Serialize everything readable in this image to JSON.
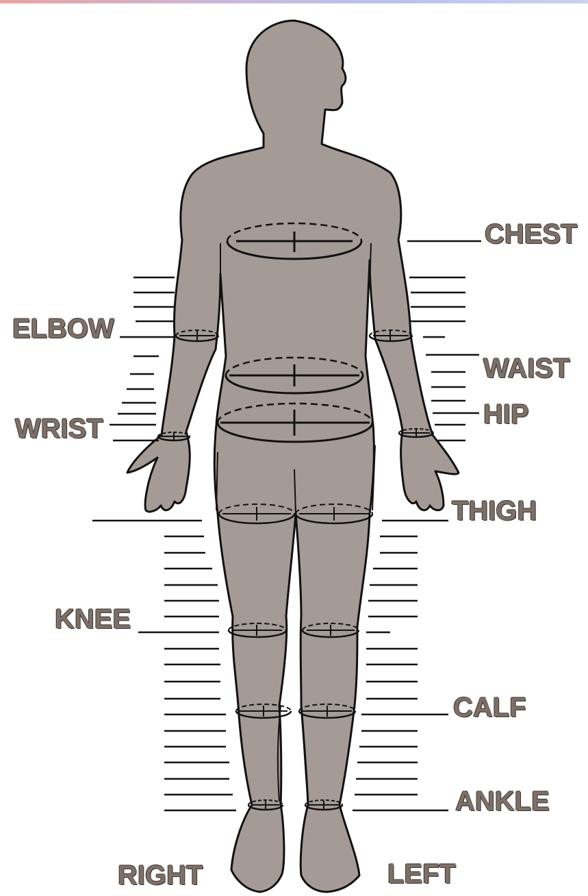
{
  "labels": {
    "chest": "CHEST",
    "elbow": "ELBOW",
    "waist": "WAIST",
    "hip": "HIP",
    "wrist": "WRIST",
    "thigh": "THIGH",
    "knee": "KNEE",
    "calf": "CALF",
    "ankle": "ANKLE",
    "right": "RIGHT",
    "left": "LEFT"
  },
  "colors": {
    "body_fill": "#a49b96",
    "outline": "#111111",
    "label_text": "#7d7068",
    "rule_lines": "#111111"
  }
}
